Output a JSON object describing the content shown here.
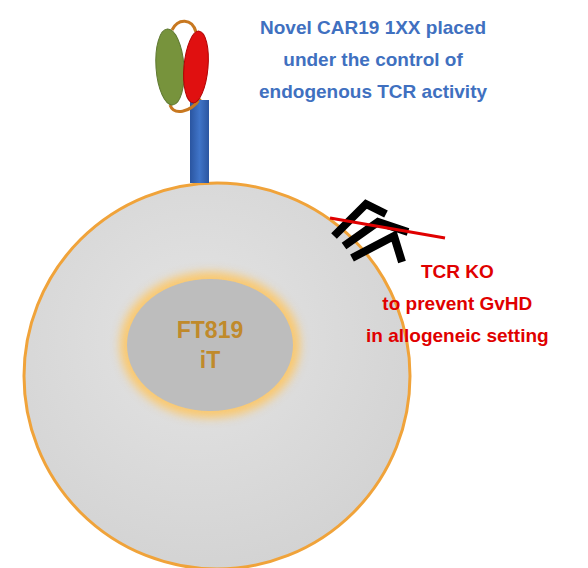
{
  "diagram": {
    "nodes": [
      {
        "text": [
          "FT819",
          "iT"
        ]
      }
    ],
    "labels": [
      "Novel CAR19 1XX placed under the control of endogenous TCR activity",
      "TCR KO to prevent GvHD in allogeneic setting"
    ]
  }
}
